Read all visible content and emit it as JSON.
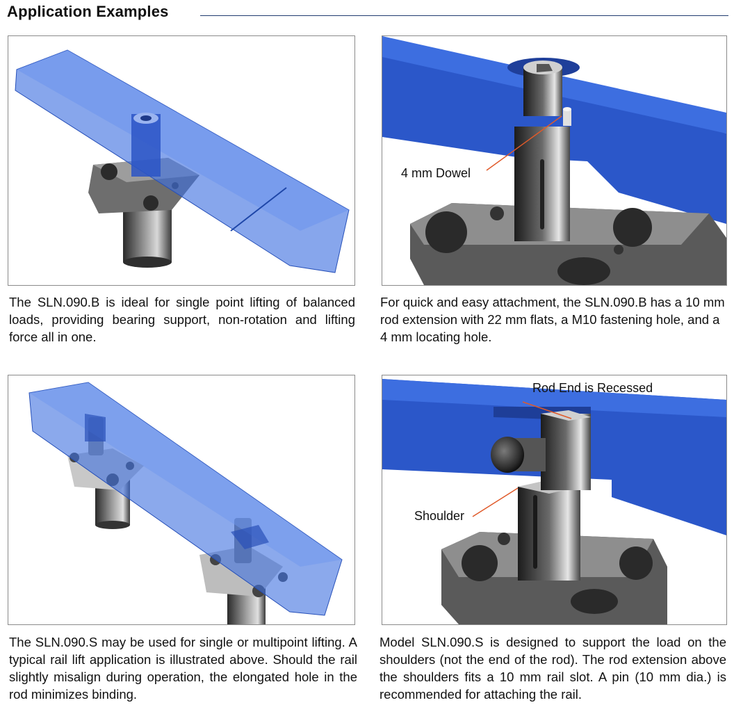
{
  "page": {
    "title": "Application Examples"
  },
  "examples": [
    {
      "id": "sln090b-lifting",
      "caption": "The SLN.090.B is ideal for single point lifting of balanced loads, providing bearing support, non-rotation and lifting force all in one."
    },
    {
      "id": "sln090b-attachment",
      "callout": "4 mm Dowel",
      "caption": "For quick and easy attachment, the SLN.090.B has a 10 mm rod extension with 22 mm flats, a M10 fastening hole, and a 4 mm locating hole."
    },
    {
      "id": "sln090s-multipoint",
      "caption": "The SLN.090.S may be used for single or multipoint lifting.  A typical rail lift application is illustrated above. Should the rail slightly misalign during operation, the elongated hole in the rod minimizes binding."
    },
    {
      "id": "sln090s-shoulders",
      "callouts": [
        "Rod End is Recessed",
        "Shoulder"
      ],
      "caption": "Model SLN.090.S is designed to support the load on the shoulders (not the end of the rod).  The rod extension above the shoulders fits a 10 mm rail slot.  A pin (10 mm dia.) is recommended for attaching the rail."
    }
  ],
  "colors": {
    "rail_blue": "#2f63d6",
    "rail_translucent": "#4f7fe6",
    "metal_dark": "#3a3a3a",
    "metal_light": "#bfbfbf",
    "heading_rule": "#1f3a6e",
    "callout_line": "#e05a2a"
  }
}
